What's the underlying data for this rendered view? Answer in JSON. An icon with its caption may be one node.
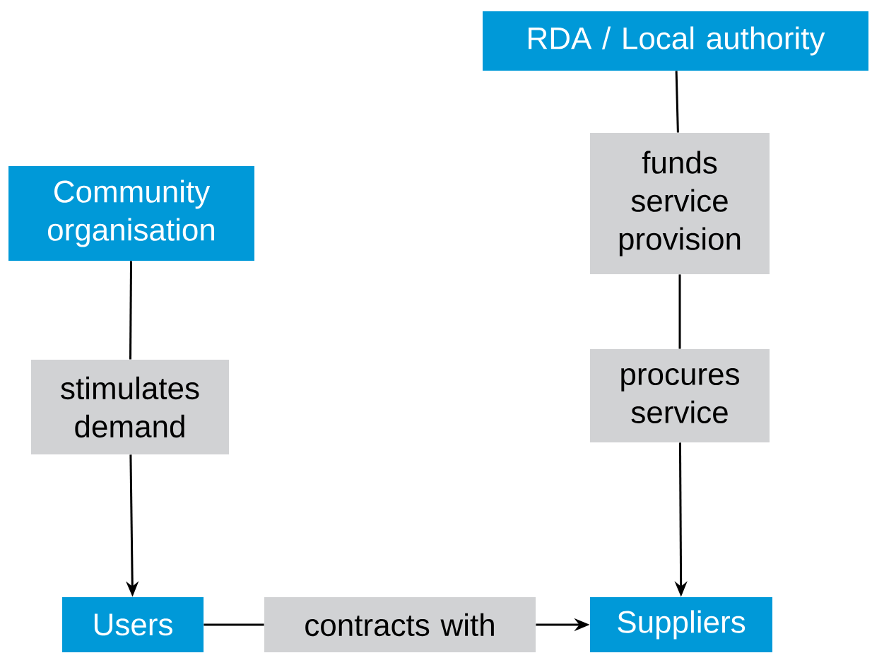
{
  "diagram": {
    "nodes": [
      {
        "text": [
          "RDA / Local authority"
        ]
      },
      {
        "text": [
          "Community organisation"
        ]
      },
      {
        "text": [
          "Users"
        ]
      },
      {
        "text": [
          "Suppliers"
        ]
      },
      {
        "text": [
          "stimulates demand"
        ]
      },
      {
        "text": [
          "contracts with"
        ]
      },
      {
        "text": [
          "funds service provision"
        ]
      },
      {
        "text": [
          "procures service"
        ]
      }
    ],
    "edges": [
      {
        "from": 1,
        "to": 4,
        "arrow": "none"
      },
      {
        "from": 4,
        "to": 2,
        "arrow": "to"
      },
      {
        "from": 2,
        "to": 5,
        "arrow": "none"
      },
      {
        "from": 5,
        "to": 3,
        "arrow": "to"
      },
      {
        "from": 0,
        "to": 6,
        "arrow": "none"
      },
      {
        "from": 6,
        "to": 7,
        "arrow": "none"
      },
      {
        "from": 7,
        "to": 3,
        "arrow": "to"
      }
    ]
  }
}
